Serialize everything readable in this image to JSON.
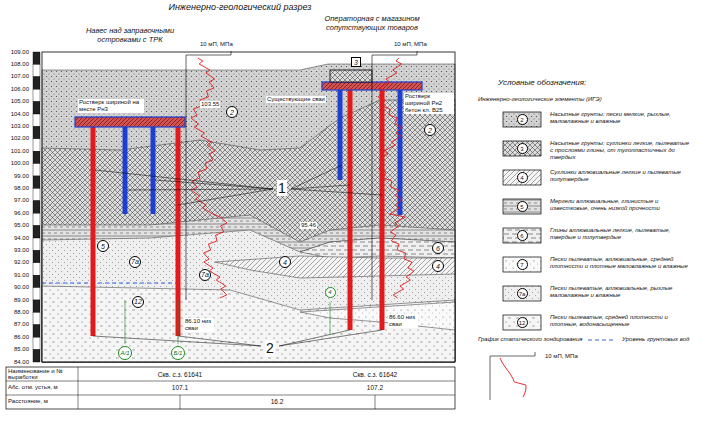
{
  "diagram": {
    "title": "Инженерно-геологический разрез",
    "nodes": [
      {
        "text": [
          "3"
        ]
      },
      {
        "text": [
          "2"
        ]
      },
      {
        "text": [
          "2"
        ]
      },
      {
        "text": [
          "6"
        ]
      },
      {
        "text": [
          "5"
        ]
      },
      {
        "text": [
          "4"
        ]
      },
      {
        "text": [
          "4"
        ]
      },
      {
        "text": [
          "7а"
        ]
      },
      {
        "text": [
          "7а"
        ]
      },
      {
        "text": [
          "4"
        ]
      },
      {
        "text": [
          "12"
        ]
      },
      {
        "text": [
          "А/1"
        ]
      },
      {
        "text": [
          "Б/1"
        ]
      }
    ],
    "labels": [
      "Навес над заправочными островками с ТРК",
      "Операторная с магазином сопутствующих товаров",
      "Ростверк шириной на месте Рн3",
      "Существующие сваи",
      "Ростверк шириной Рн2 бетон кл. В25",
      "103.55",
      "95.46",
      "1",
      "2",
      "86.10 низ сваи",
      "86.60 низ сваи",
      "10 мП, МПа",
      "10 мП, МПа",
      "109.00",
      "108.00",
      "107.00",
      "106.00",
      "105.00",
      "104.00",
      "103.00",
      "102.00",
      "101.00",
      "100.00",
      "99.00",
      "98.00",
      "97.00",
      "96.00",
      "95.00",
      "94.00",
      "93.00",
      "92.00",
      "91.00",
      "90.00",
      "89.00",
      "88.00",
      "87.00",
      "86.00",
      "85.00",
      "84.00",
      "Наименование и № выработки",
      "Скв. с.з. 61641",
      "Скв. с.з. 61642",
      "Абс. отм. устья, м",
      "107.1",
      "107.2",
      "Расстояние, м",
      "16.2",
      "Условные обозначения:",
      "Инженерно-геологические элементы (ИГЭ)",
      "2",
      "3",
      "4",
      "5",
      "6",
      "7",
      "7а",
      "12",
      "10 мП, МПа"
    ],
    "legend": [
      {
        "text": "Насыпные грунты: пески мелкие, рыхлые, маловлажные и влажные"
      },
      {
        "text": "Насыпные грунты: суглинки легкие, пылеватые с прослоями глины, от тугопластичных до твердых"
      },
      {
        "text": "Суглинки аллювиальные легкие и пылеватые полутвердые"
      },
      {
        "text": "Мергели аллювиальные, глинистые и известковые, очень низкой прочности"
      },
      {
        "text": "Глины аллювиальные легкие, пылеватые, твердые и полутвердые"
      },
      {
        "text": "Пески пылеватые, аллювиальные, средней плотности и плотные маловлажные и влажные"
      },
      {
        "text": "Пески пылеватые, аллювиальные, рыхлые маловлажные и влажные"
      },
      {
        "text": "Пески пылеватые, средней плотности и плотные, водонасыщенные"
      },
      {
        "text": "График статического зондирования"
      },
      {
        "text": "Уровень грунтовых вод"
      }
    ]
  }
}
